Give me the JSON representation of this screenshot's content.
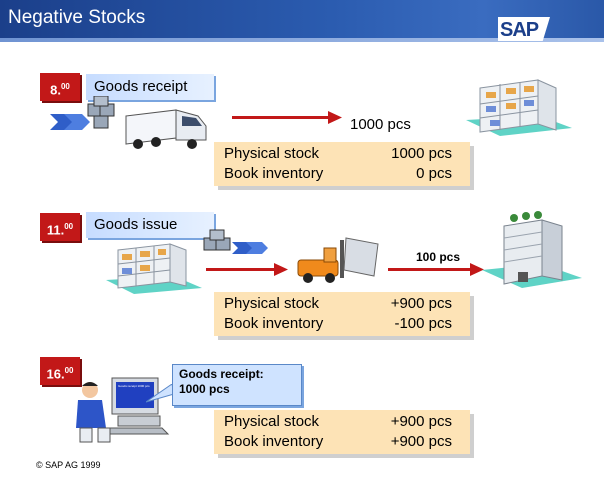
{
  "header": {
    "title": "Negative Stocks",
    "logo_text": "SAP"
  },
  "steps": [
    {
      "time_hour": "8.",
      "time_min": "00",
      "event_label": "Goods receipt",
      "quantity_label": "1000 pcs",
      "physical_label": "Physical stock",
      "physical_value": "1000 pcs",
      "book_label": "Book inventory",
      "book_value": "0 pcs"
    },
    {
      "time_hour": "11.",
      "time_min": "00",
      "event_label": "Goods issue",
      "quantity_label": "100 pcs",
      "physical_label": "Physical stock",
      "physical_value": "+900 pcs",
      "book_label": "Book inventory",
      "book_value": "-100 pcs"
    },
    {
      "time_hour": "16.",
      "time_min": "00",
      "bubble_line1": "Goods receipt:",
      "bubble_line2": "1000 pcs",
      "screen_text": "Goods receipt 1000 pcs",
      "physical_label": "Physical stock",
      "physical_value": "+900 pcs",
      "book_label": "Book inventory",
      "book_value": "+900 pcs"
    }
  ],
  "copyright": "© SAP AG 1999",
  "colors": {
    "header_blue": "#2b5cb0",
    "time_red": "#c21818",
    "panel_peach": "#fde3b6",
    "arrow_red": "#c21818"
  },
  "icons": [
    "truck-icon",
    "warehouse-icon",
    "forklift-icon",
    "building-icon",
    "computer-user-icon",
    "boxes-icon"
  ]
}
